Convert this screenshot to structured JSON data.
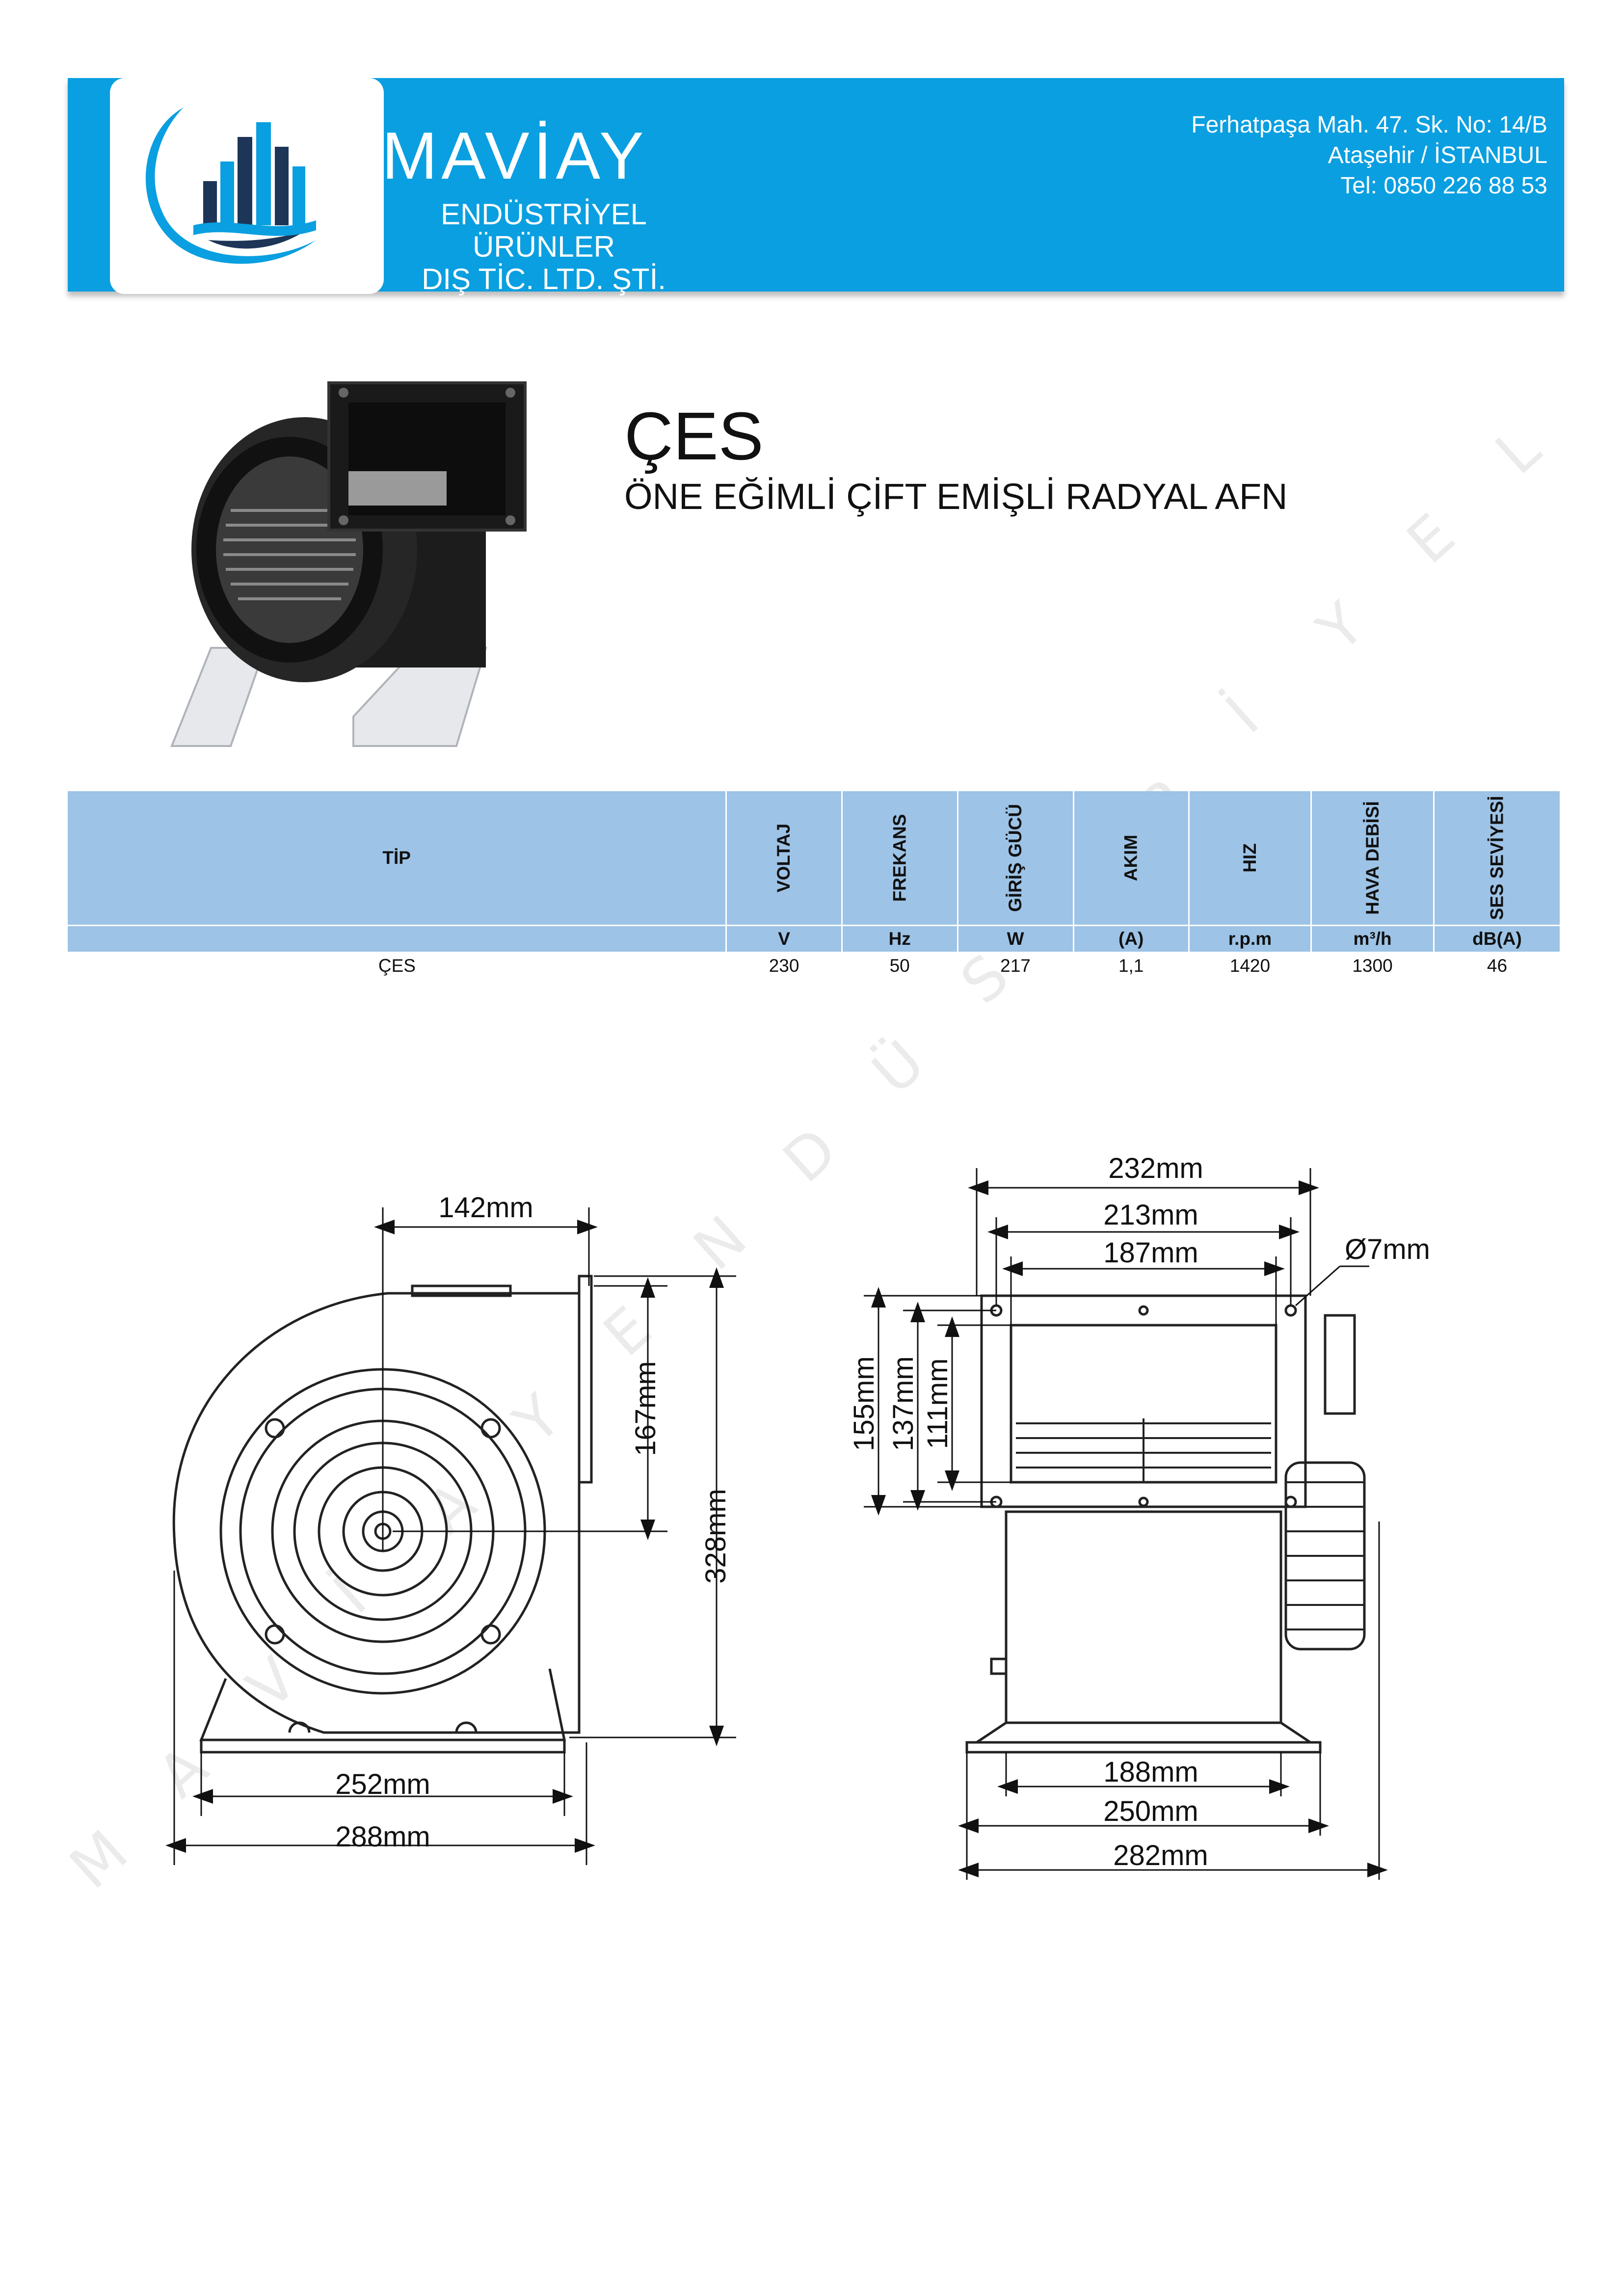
{
  "header": {
    "brand_name": "MAVİAY",
    "brand_sub_line1": "ENDÜSTRİYEL ÜRÜNLER",
    "brand_sub_line2": "DIŞ TİC. LTD. ŞTİ.",
    "address_line1": "Ferhatpaşa Mah. 47. Sk. No: 14/B",
    "address_line2": "Ataşehir / İSTANBUL",
    "address_line3": "Tel: 0850 226 88 53",
    "colors": {
      "banner": "#0a9fe0",
      "table_header": "#9dc3e6"
    }
  },
  "product": {
    "title": "ÇES",
    "subtitle": "ÖNE EĞİMLİ ÇİFT EMİŞLİ RADYAL AFN"
  },
  "watermark": [
    "M",
    "A",
    "V",
    "İ",
    "A",
    "Y",
    "E",
    "N",
    "D",
    "Ü",
    "S",
    "T",
    "R",
    "İ",
    "Y",
    "E",
    "L"
  ],
  "spec_table": {
    "columns": [
      "TİP",
      "VOLTAJ",
      "FREKANS",
      "GİRİŞ GÜCÜ",
      "AKIM",
      "HIZ",
      "HAVA DEBİSİ",
      "SES SEVİYESİ"
    ],
    "units": [
      "",
      "V",
      "Hz",
      "W",
      "(A)",
      "r.p.m",
      "m³/h",
      "dB(A)"
    ],
    "rows": [
      [
        "ÇES",
        "230",
        "50",
        "217",
        "1,1",
        "1420",
        "1300",
        "46"
      ]
    ]
  },
  "dimensions": {
    "front": {
      "top_offset": "142mm",
      "axis_height": "167mm",
      "total_height": "328mm",
      "base_inner": "252mm",
      "base_outer": "288mm"
    },
    "side": {
      "flange_outer": "232mm",
      "flange_mid": "213mm",
      "flange_inner": "187mm",
      "hole": "Ø7mm",
      "height_outer": "155mm",
      "height_mid": "137mm",
      "height_inner": "111mm",
      "base_inner": "188mm",
      "base_mid": "250mm",
      "base_outer": "282mm"
    }
  }
}
